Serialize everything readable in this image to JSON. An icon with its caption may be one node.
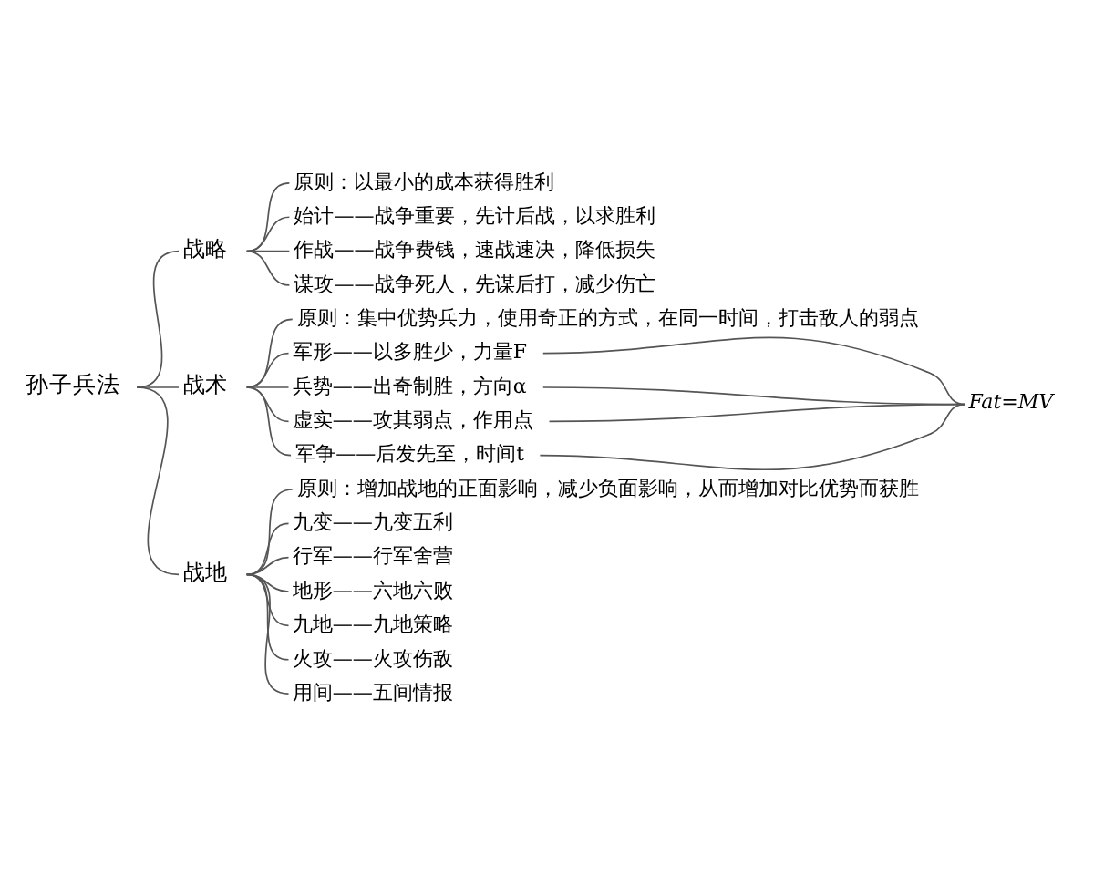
{
  "diagram": {
    "nodes": [
      {
        "text": [
          "孙子兵法"
        ]
      },
      {
        "text": [
          "战略"
        ]
      },
      {
        "text": [
          "原则：以最小的成本获得胜利"
        ]
      },
      {
        "text": [
          "始计——战争重要，先计后战，以求胜利"
        ]
      },
      {
        "text": [
          "作战——战争费钱，速战速决，降低损失"
        ]
      },
      {
        "text": [
          "谋攻——战争死人，先谋后打，减少伤亡"
        ]
      },
      {
        "text": [
          "战术"
        ]
      },
      {
        "text": [
          "原则：集中优势兵力，使用奇正的方式，在同一时间，打击敌人的弱点"
        ]
      },
      {
        "text": [
          "军形——以多胜少，力量F"
        ]
      },
      {
        "text": [
          "兵势——出奇制胜，方向α"
        ]
      },
      {
        "text": [
          "虚实——攻其弱点，作用点"
        ]
      },
      {
        "text": [
          "军争——后发先至，时间t"
        ]
      },
      {
        "text": [
          "Fat=MV"
        ]
      },
      {
        "text": [
          "战地"
        ]
      },
      {
        "text": [
          "原则：增加战地的正面影响，减少负面影响，从而增加对比优势而获胜"
        ]
      },
      {
        "text": [
          "九变——九变五利"
        ]
      },
      {
        "text": [
          "行军——行军舍营"
        ]
      },
      {
        "text": [
          "地形——六地六败"
        ]
      },
      {
        "text": [
          "九地——九地策略"
        ]
      },
      {
        "text": [
          "火攻——火攻伤敌"
        ]
      },
      {
        "text": [
          "用间——五间情报"
        ]
      }
    ],
    "edges": [
      {
        "from": 0,
        "to": 1,
        "arrow": "none"
      },
      {
        "from": 0,
        "to": 6,
        "arrow": "none"
      },
      {
        "from": 0,
        "to": 13,
        "arrow": "none"
      },
      {
        "from": 1,
        "to": 2,
        "arrow": "none"
      },
      {
        "from": 1,
        "to": 3,
        "arrow": "none"
      },
      {
        "from": 1,
        "to": 4,
        "arrow": "none"
      },
      {
        "from": 1,
        "to": 5,
        "arrow": "none"
      },
      {
        "from": 6,
        "to": 7,
        "arrow": "none"
      },
      {
        "from": 6,
        "to": 8,
        "arrow": "none"
      },
      {
        "from": 6,
        "to": 9,
        "arrow": "none"
      },
      {
        "from": 6,
        "to": 10,
        "arrow": "none"
      },
      {
        "from": 6,
        "to": 11,
        "arrow": "none"
      },
      {
        "from": 8,
        "to": 12,
        "arrow": "none"
      },
      {
        "from": 9,
        "to": 12,
        "arrow": "none"
      },
      {
        "from": 10,
        "to": 12,
        "arrow": "none"
      },
      {
        "from": 11,
        "to": 12,
        "arrow": "none"
      },
      {
        "from": 13,
        "to": 14,
        "arrow": "none"
      },
      {
        "from": 13,
        "to": 15,
        "arrow": "none"
      },
      {
        "from": 13,
        "to": 16,
        "arrow": "none"
      },
      {
        "from": 13,
        "to": 17,
        "arrow": "none"
      },
      {
        "from": 13,
        "to": 18,
        "arrow": "none"
      },
      {
        "from": 13,
        "to": 19,
        "arrow": "none"
      },
      {
        "from": 13,
        "to": 20,
        "arrow": "none"
      }
    ]
  }
}
